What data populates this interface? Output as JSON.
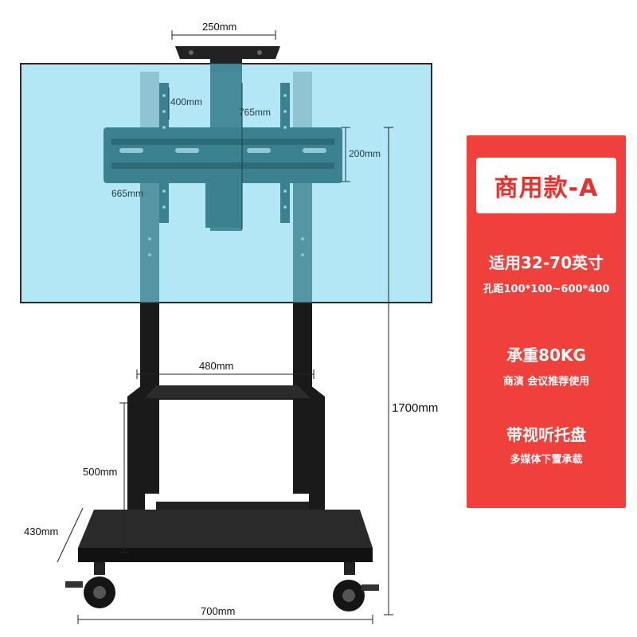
{
  "dimensions": {
    "top_bracket_width": "250mm",
    "vertical_hole_spacing": "400mm",
    "mount_height": "765mm",
    "horizontal_hole_spacing": "200mm",
    "bracket_width": "665mm",
    "column_spacing": "480mm",
    "total_height": "1700mm",
    "shelf_height": "500mm",
    "base_depth": "430mm",
    "base_width": "700mm"
  },
  "panel": {
    "title": "商用款-A",
    "size_range": "适用32-70英寸",
    "vesa": "孔距100*100~600*400",
    "load": "承重80KG",
    "load_note": "商演 会议推荐使用",
    "tray": "带视听托盘",
    "tray_note": "多媒体下置承载"
  },
  "colors": {
    "panel_red": "#f0403c",
    "title_red": "#e8302c",
    "screen_blue": "#a6e3f3",
    "stand_black": "#1a1a1a"
  }
}
